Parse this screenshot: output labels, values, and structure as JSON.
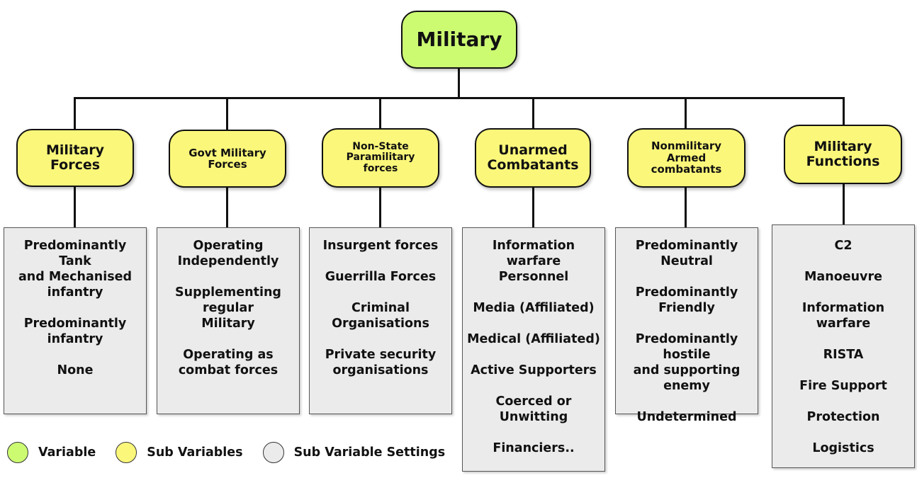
{
  "root": {
    "label": "Military",
    "color": "#ccfb72"
  },
  "sub_variables": [
    {
      "label": "Military\nForces",
      "settings": [
        "Predominantly Tank\nand Mechanised\ninfantry",
        "Predominantly\ninfantry",
        "None"
      ]
    },
    {
      "label": "Govt Military\nForces",
      "settings": [
        "Operating\nIndependently",
        "Supplementing regular\nMilitary",
        "Operating as\ncombat forces"
      ]
    },
    {
      "label": "Non-State\nParamilitary\nforces",
      "settings": [
        "Insurgent forces",
        "Guerrilla Forces",
        "Criminal Organisations",
        "Private security\norganisations"
      ]
    },
    {
      "label": "Unarmed\nCombatants",
      "settings": [
        "Information warfare\nPersonnel",
        "Media (Affiliated)",
        "Medical (Affiliated)",
        "Active Supporters",
        "Coerced or Unwitting",
        "Financiers.."
      ]
    },
    {
      "label": "Nonmilitary\nArmed combatants",
      "settings": [
        "Predominantly\nNeutral",
        "Predominantly\nFriendly",
        "Predominantly hostile\nand supporting enemy",
        "Undetermined"
      ]
    },
    {
      "label": "Military\nFunctions",
      "settings": [
        "C2",
        "Manoeuvre",
        "Information\nwarfare",
        "RISTA",
        "Fire Support",
        "Protection",
        "Logistics"
      ]
    }
  ],
  "legend": [
    {
      "label": "Variable",
      "color": "#ccfb72"
    },
    {
      "label": "Sub Variables",
      "color": "#fbf77a"
    },
    {
      "label": "Sub Variable Settings",
      "color": "#ebebeb"
    }
  ],
  "colors": {
    "variable": "#ccfb72",
    "sub_variable": "#fbf77a",
    "setting": "#ebebeb",
    "line": "#111111"
  }
}
